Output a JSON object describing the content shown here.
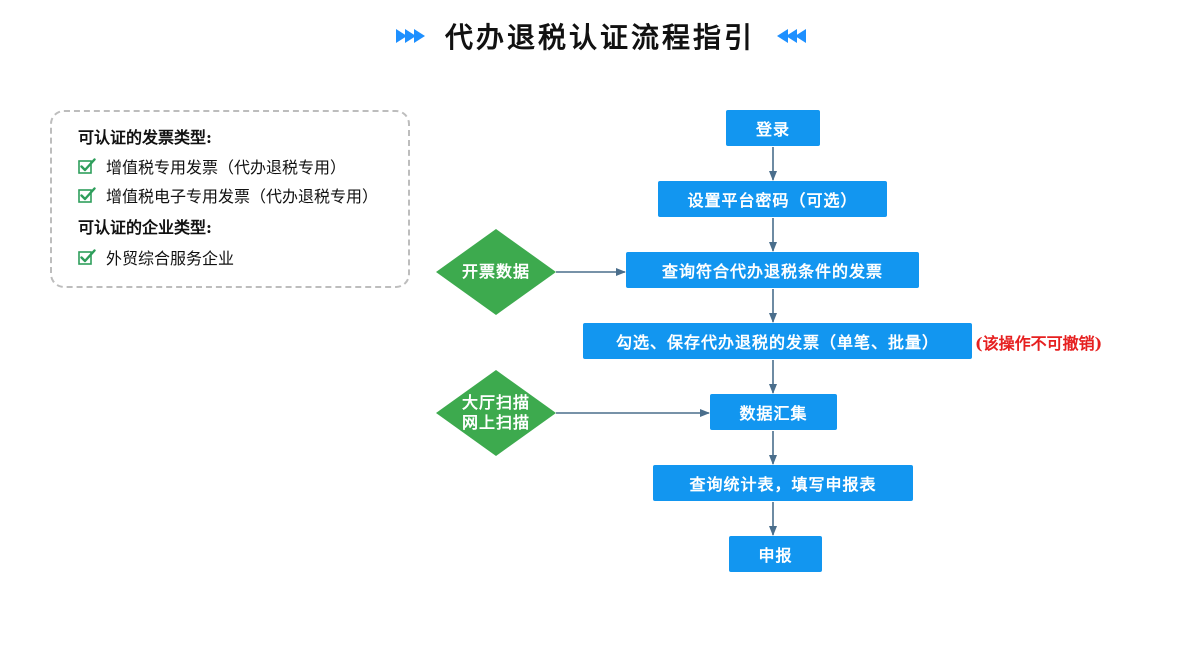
{
  "title": "代办退税认证流程指引",
  "colors": {
    "node_blue": "#1296F0",
    "diamond_green": "#3DAA4E",
    "arrow": "#4A6E8C",
    "deco": "#1E90FF",
    "note_red": "#E62020",
    "check_green": "#2E9E5B"
  },
  "info_box": {
    "invoice_heading": "可认证的发票类型:",
    "invoice_types": [
      "增值税专用发票（代办退税专用）",
      "增值税电子专用发票（代办退税专用）"
    ],
    "enterprise_heading": "可认证的企业类型:",
    "enterprise_types": [
      "外贸综合服务企业"
    ]
  },
  "flow": {
    "steps": [
      "登录",
      "设置平台密码（可选）",
      "查询符合代办退税条件的发票",
      "勾选、保存代办退税的发票（单笔、批量）",
      "数据汇集",
      "查询统计表，填写申报表",
      "申报"
    ],
    "inputs": [
      {
        "lines": [
          "开票数据"
        ]
      },
      {
        "lines": [
          "大厅扫描",
          "网上扫描"
        ]
      }
    ],
    "note": "(该操作不可撤销)"
  }
}
